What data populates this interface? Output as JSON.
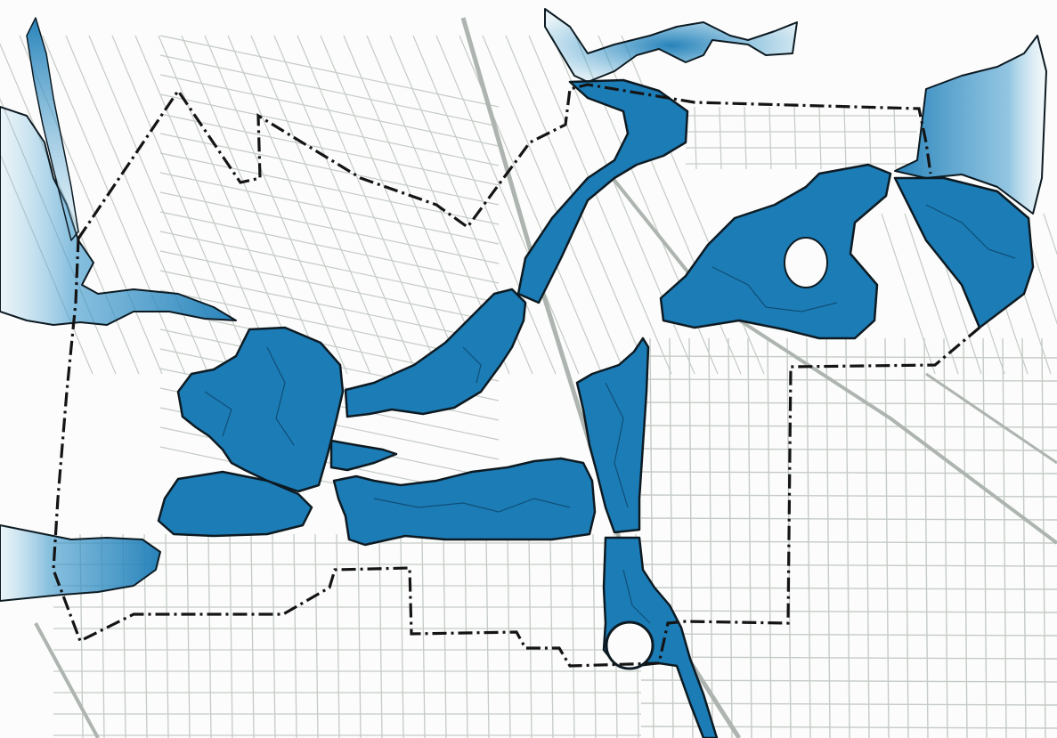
{
  "map": {
    "colors": {
      "background": "#fbfcfb",
      "street": "#c5cbc6",
      "street_major": "#aeb5b0",
      "zone_fill": "#1c7cb6",
      "zone_fill_light": "#4ea8d6",
      "zone_outline": "#0d1a22",
      "boundary": "#141414",
      "contour": "#0f4f78"
    },
    "icons": {
      "boundary_line": "dash-dot-line",
      "zone": "filled-polygon",
      "roundabout": "ring"
    }
  }
}
